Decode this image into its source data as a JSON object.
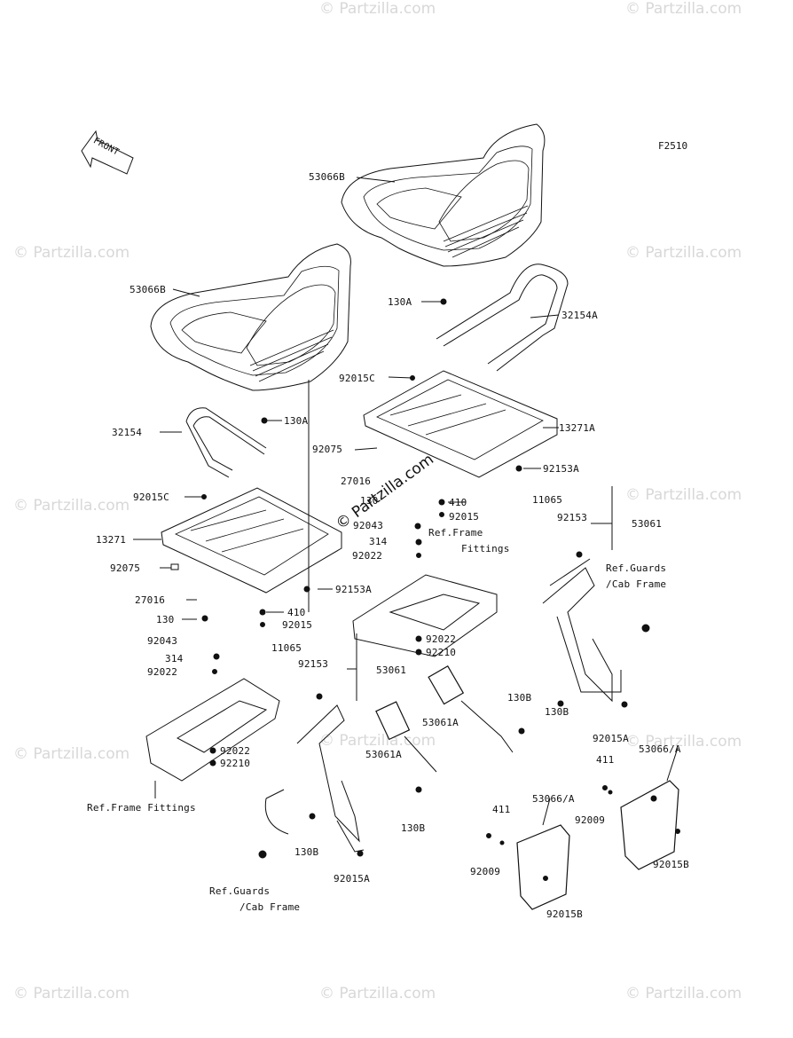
{
  "diagram_code": "F2510",
  "front_arrow_label": "FRONT",
  "watermark_text": "© Partzilla.com",
  "center_watermark_text": "© Partzilla.com",
  "labels": {
    "l53066B_top": "53066B",
    "l53066B_left": "53066B",
    "l130A_top": "130A",
    "l32154A": "32154A",
    "l92015C_right": "92015C",
    "l13271A": "13271A",
    "l92075_right": "92075",
    "l92153A_right": "92153A",
    "l27016_right": "27016",
    "l130_right": "130",
    "l410_right": "410",
    "l92015_right": "92015",
    "l92043_right": "92043",
    "l314_right": "314",
    "l92022_right": "92022",
    "l_ref_frame_fittings_r1": "Ref.Frame",
    "l_ref_frame_fittings_r2": "Fittings",
    "l11065_right": "11065",
    "l92153_right": "92153",
    "l53061_right": "53061",
    "l_ref_guards_r1": "Ref.Guards",
    "l_ref_guards_r2": "/Cab Frame",
    "l92022_right2": "92022",
    "l92210_right": "92210",
    "l130B_a": "130B",
    "l130B_b": "130B",
    "l92015A_right": "92015A",
    "l53061A_right": "53061A",
    "l32154": "32154",
    "l130A_left": "130A",
    "l92015C_left": "92015C",
    "l13271": "13271",
    "l92075_left": "92075",
    "l92153A_left": "92153A",
    "l27016_left": "27016",
    "l130_left": "130",
    "l410_left": "410",
    "l92015_left": "92015",
    "l92043_left": "92043",
    "l314_left": "314",
    "l92022_left": "92022",
    "l11065_left": "11065",
    "l92153_left": "92153",
    "l53061_left": "53061",
    "l92022_left2": "92022",
    "l92210_left": "92210",
    "l_ref_frame_fittings_l": "Ref.Frame Fittings",
    "l53061A_left": "53061A",
    "l130B_c": "130B",
    "l130B_d": "130B",
    "l92015A_left": "92015A",
    "l_ref_guards_l1": "Ref.Guards",
    "l_ref_guards_l2": "/Cab Frame",
    "l411_a": "411",
    "l53066A_a": "53066/A",
    "l92009_a": "92009",
    "l92015B_a": "92015B",
    "l411_b": "411",
    "l53066A_b": "53066/A",
    "l92009_b": "92009",
    "l92015B_b": "92015B"
  }
}
